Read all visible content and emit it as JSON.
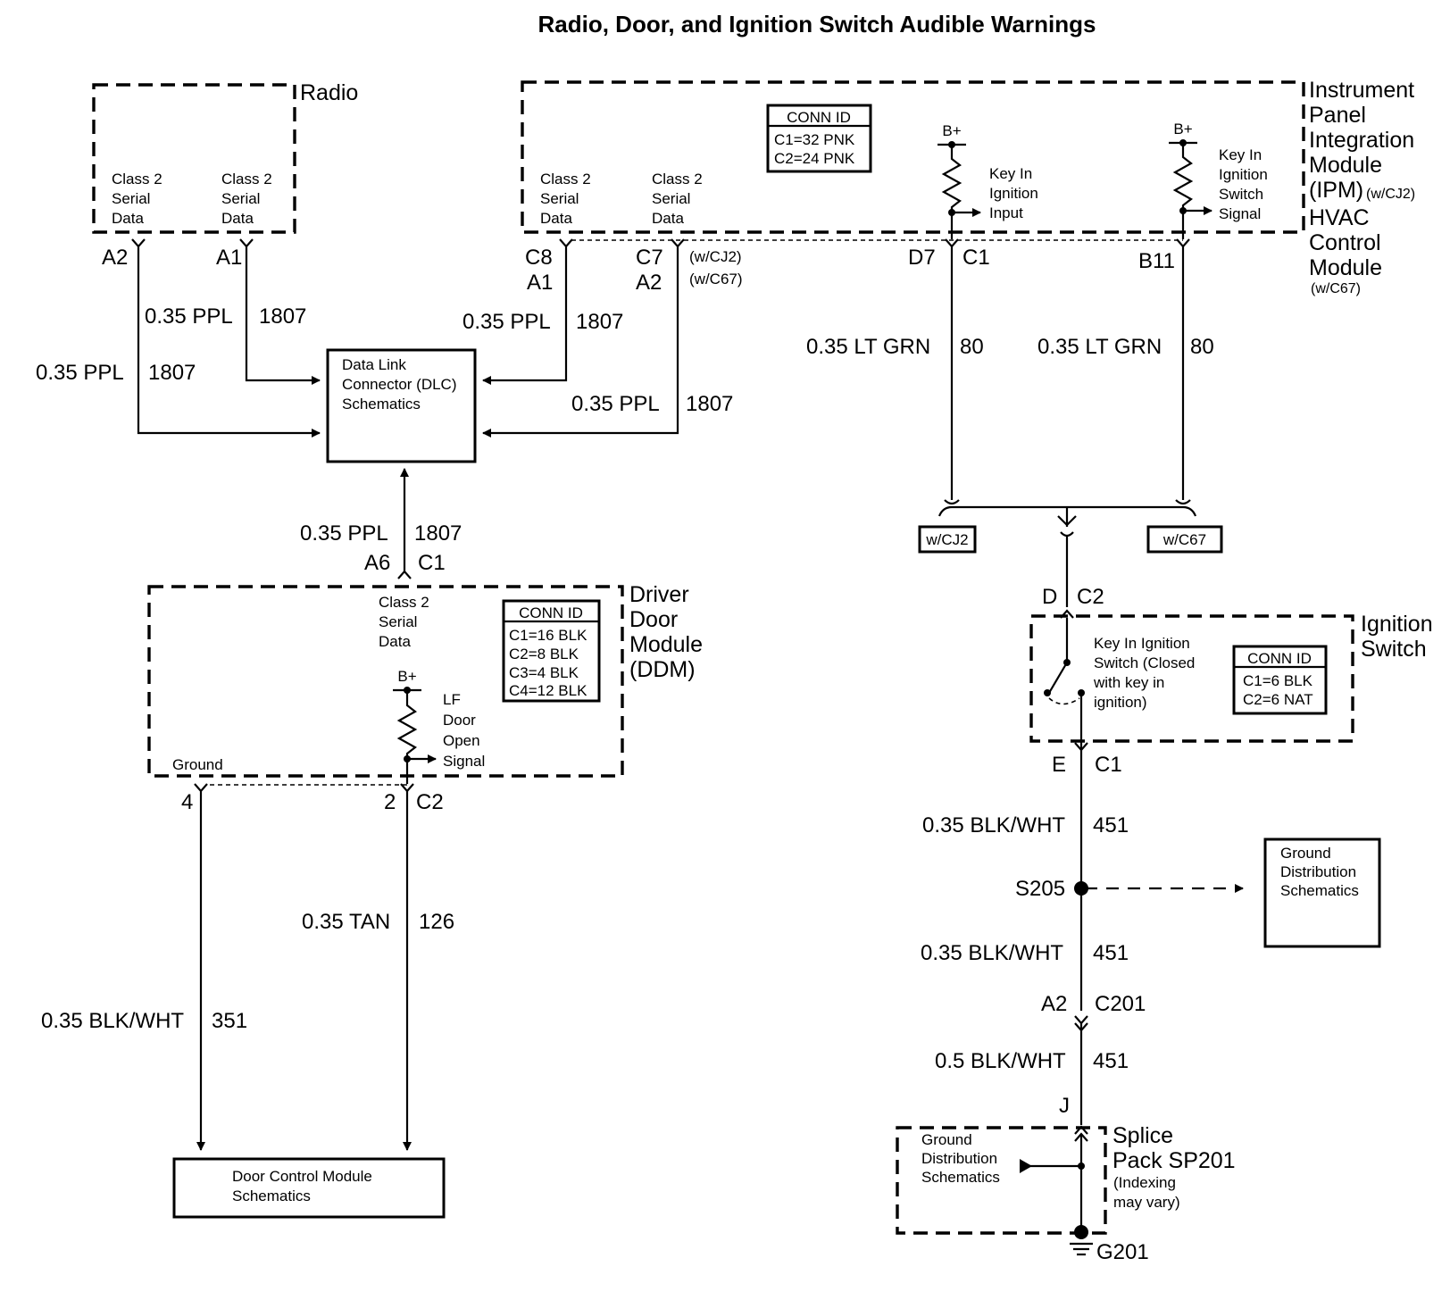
{
  "title": "Radio, Door, and Ignition Switch Audible Warnings",
  "radio": {
    "name": "Radio",
    "terminal_1": [
      "Class 2",
      "Serial",
      "Data"
    ],
    "terminal_2": [
      "Class 2",
      "Serial",
      "Data"
    ],
    "pin_left": "A2",
    "pin_right": "A1"
  },
  "ipm": {
    "name_lines": [
      "Instrument",
      "Panel",
      "Integration",
      "Module",
      "(IPM)"
    ],
    "name_variant": "(w/CJ2)",
    "hvac_lines": [
      "HVAC",
      "Control",
      "Module"
    ],
    "hvac_variant": "(w/C67)",
    "conn_id": {
      "header": "CONN ID",
      "rows": [
        "C1=32 PNK",
        "C2=24 PNK"
      ]
    },
    "terminal_1": [
      "Class 2",
      "Serial",
      "Data"
    ],
    "terminal_2": [
      "Class 2",
      "Serial",
      "Data"
    ],
    "pin_c8": "C8",
    "pin_a1": "A1",
    "pin_c7": "C7",
    "pin_a2": "A2",
    "variant_cj2": "(w/CJ2)",
    "variant_c67": "(w/C67)",
    "bplus_1": "B+",
    "bplus_2": "B+",
    "signal_1": [
      "Key In",
      "Ignition",
      "Input"
    ],
    "signal_2": [
      "Key In",
      "Ignition",
      "Switch",
      "Signal"
    ],
    "pin_d7": "D7",
    "pin_c1": "C1",
    "pin_b11": "B11"
  },
  "dlc": {
    "label": [
      "Data Link",
      "Connector (DLC)",
      "Schematics"
    ]
  },
  "wires": {
    "radio_a2": {
      "size_color": "0.35 PPL",
      "circuit": "1807"
    },
    "radio_a1": {
      "size_color": "0.35 PPL",
      "circuit": "1807"
    },
    "ipm_c8": {
      "size_color": "0.35 PPL",
      "circuit": "1807"
    },
    "ipm_c7": {
      "size_color": "0.35 PPL",
      "circuit": "1807"
    },
    "ddm_dlc": {
      "size_color": "0.35 PPL",
      "circuit": "1807"
    },
    "ipm_d7": {
      "size_color": "0.35 LT GRN",
      "circuit": "80"
    },
    "ipm_b11": {
      "size_color": "0.35 LT GRN",
      "circuit": "80"
    },
    "ign_s205": {
      "size_color": "0.35 BLK/WHT",
      "circuit": "451"
    },
    "s205_c201": {
      "size_color": "0.35 BLK/WHT",
      "circuit": "451"
    },
    "c201_sp201": {
      "size_color": "0.5 BLK/WHT",
      "circuit": "451"
    },
    "ddm_tan": {
      "size_color": "0.35 TAN",
      "circuit": "126"
    },
    "ddm_ground": {
      "size_color": "0.35 BLK/WHT",
      "circuit": "351"
    }
  },
  "ddm": {
    "name_lines": [
      "Driver",
      "Door",
      "Module",
      "(DDM)"
    ],
    "terminal_data": [
      "Class 2",
      "Serial",
      "Data"
    ],
    "pin_a6": "A6",
    "pin_c1": "C1",
    "conn_id": {
      "header": "CONN ID",
      "rows": [
        "C1=16 BLK",
        "C2=8 BLK",
        "C3=4 BLK",
        "C4=12 BLK"
      ]
    },
    "bplus": "B+",
    "signal": [
      "LF",
      "Door",
      "Open",
      "Signal"
    ],
    "ground_label": "Ground",
    "pin_4": "4",
    "pin_2": "2",
    "pin_c2": "C2"
  },
  "door_control": {
    "label": [
      "Door Control Module",
      "Schematics"
    ]
  },
  "option_tags": {
    "cj2": "w/CJ2",
    "c67": "w/C67"
  },
  "ignition": {
    "name_lines": [
      "Ignition",
      "Switch"
    ],
    "pin_d": "D",
    "pin_c2": "C2",
    "switch_label": [
      "Key In Ignition",
      "Switch (Closed",
      "with key in",
      "ignition)"
    ],
    "conn_id": {
      "header": "CONN ID",
      "rows": [
        "C1=6 BLK",
        "C2=6 NAT"
      ]
    },
    "pin_e": "E",
    "pin_c1": "C1"
  },
  "splice": {
    "name": "S205"
  },
  "ground_dist_1": {
    "label": [
      "Ground",
      "Distribution",
      "Schematics"
    ]
  },
  "c201": {
    "pin": "A2",
    "name": "C201"
  },
  "sp201": {
    "pin": "J",
    "name_lines": [
      "Splice",
      "Pack SP201"
    ],
    "note": [
      "(Indexing",
      "may vary)"
    ],
    "ground_dist_label": [
      "Ground",
      "Distribution",
      "Schematics"
    ]
  },
  "ground": {
    "name": "G201"
  }
}
